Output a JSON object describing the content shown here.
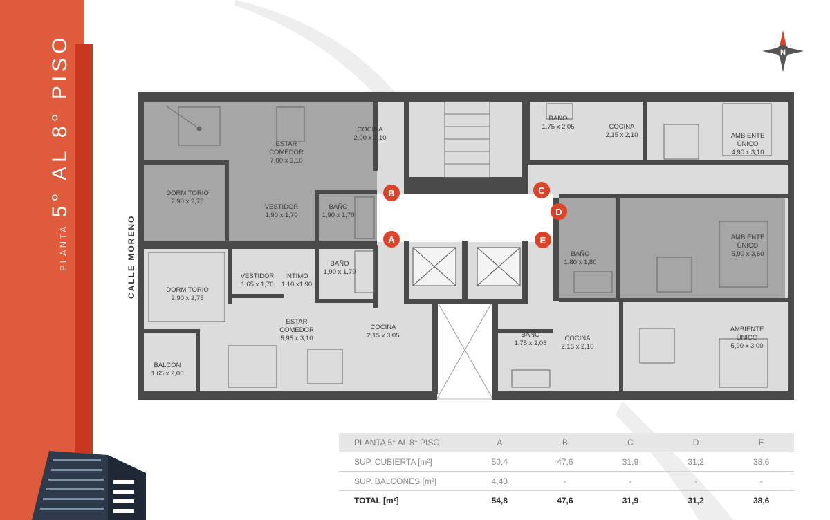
{
  "title": {
    "prefix": "PLANTA",
    "main": "5° AL 8° PISO"
  },
  "street": "CALLE MORENO",
  "compass": {
    "letter": "N"
  },
  "rooms": {
    "estar_comedor_top": [
      "ESTAR",
      "COMEDOR",
      "7,00 x 3,10"
    ],
    "cocina_b": [
      "COCINA",
      "2,00 x 2,10"
    ],
    "dormitorio_b": [
      "DORMITORIO",
      "2,90 x 2,75"
    ],
    "vestidor_b": [
      "VESTIDOR",
      "1,90 x 1,70"
    ],
    "bano_b": [
      "BAÑO",
      "1,90 x 1,70"
    ],
    "bano_a": [
      "BAÑO",
      "1,90 x 1,70"
    ],
    "dormitorio_a": [
      "DORMITORIO",
      "2,90 x 2,75"
    ],
    "vestidor_a": [
      "VESTIDOR",
      "1,65 x 1,70"
    ],
    "intimo": [
      "INTIMO",
      "1,10 x1,90"
    ],
    "estar_comedor_a": [
      "ESTAR",
      "COMEDOR",
      "5,95  x 3,10"
    ],
    "cocina_a": [
      "COCINA",
      "2,15 x 3,05"
    ],
    "balcon": [
      "BALCÓN",
      "1,65 x 2,00"
    ],
    "bano_c": [
      "BAÑO",
      "1,75 x 2,05"
    ],
    "cocina_c": [
      "COCINA",
      "2,15 x 2,10"
    ],
    "ambiente_c": [
      "AMBIENTE",
      "ÚNICO",
      "4,90 x 3,10"
    ],
    "bano_d": [
      "BAÑO",
      "1,80 x 1,80"
    ],
    "ambiente_d": [
      "AMBIENTE",
      "ÚNICO",
      "5,90 x 3,60"
    ],
    "bano_e": [
      "BAÑO",
      "1,75 x 2,05"
    ],
    "cocina_e": [
      "COCINA",
      "2,15 x 2,10"
    ],
    "ambiente_e": [
      "AMBIENTE",
      "ÚNICO",
      "5,90 x 3,00"
    ]
  },
  "unit_markers": [
    "A",
    "B",
    "C",
    "D",
    "E"
  ],
  "colors": {
    "accent": "#e05a3c",
    "accent_dark": "#c8381f",
    "wall": "#4a4a4a",
    "unit_shade": "#a6a6a6",
    "unit_light": "#dcdcdc"
  },
  "table": {
    "header": [
      "PLANTA 5° AL 8° PISO",
      "A",
      "B",
      "C",
      "D",
      "E"
    ],
    "rows": [
      [
        "SUP. CUBIERTA [m²]",
        "50,4",
        "47,6",
        "31,9",
        "31,2",
        "38,6"
      ],
      [
        "SUP. BALCONES [m²]",
        "4,40",
        "-",
        "-",
        "-",
        "-"
      ]
    ],
    "total": [
      "TOTAL [m²]",
      "54,8",
      "47,6",
      "31,9",
      "31,2",
      "38,6"
    ]
  }
}
